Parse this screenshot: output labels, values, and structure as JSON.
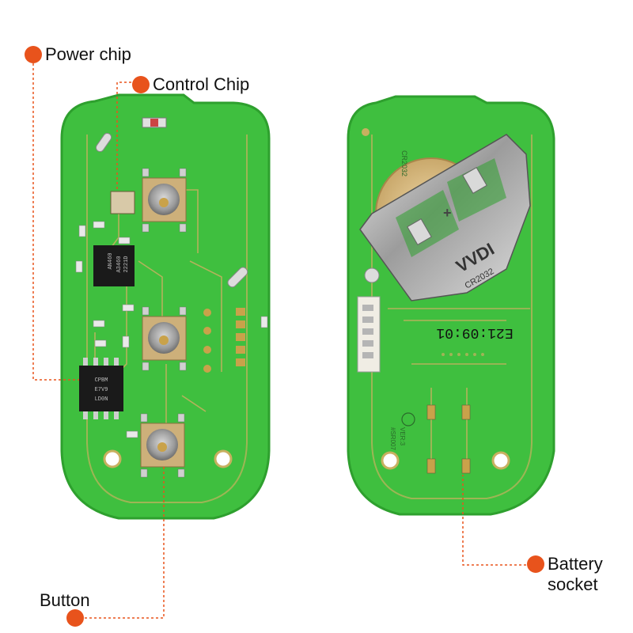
{
  "callouts": {
    "power_chip": "Power chip",
    "control_chip": "Control Chip",
    "button": "Button",
    "battery_socket": "Battery\nsocket"
  },
  "pcb_markings": {
    "chip1_line1": "AN460",
    "chip1_line2": "A3460",
    "chip1_line3": "2221D",
    "chip2_line1": "CPBM",
    "chip2_line2": "E7V9",
    "chip2_line3": "LD0N",
    "date_code": "E21:09:01",
    "cr_label": "CR2032",
    "brand": "VVDI",
    "battery_type": "CR2032",
    "version": "VER:3",
    "board_code": "#SR007"
  },
  "colors": {
    "accent": "#e8531c",
    "pcb_green": "#3fbf3f",
    "pcb_edge": "#2ea02e",
    "trace": "#c8b060",
    "pad": "#c9a24a"
  }
}
